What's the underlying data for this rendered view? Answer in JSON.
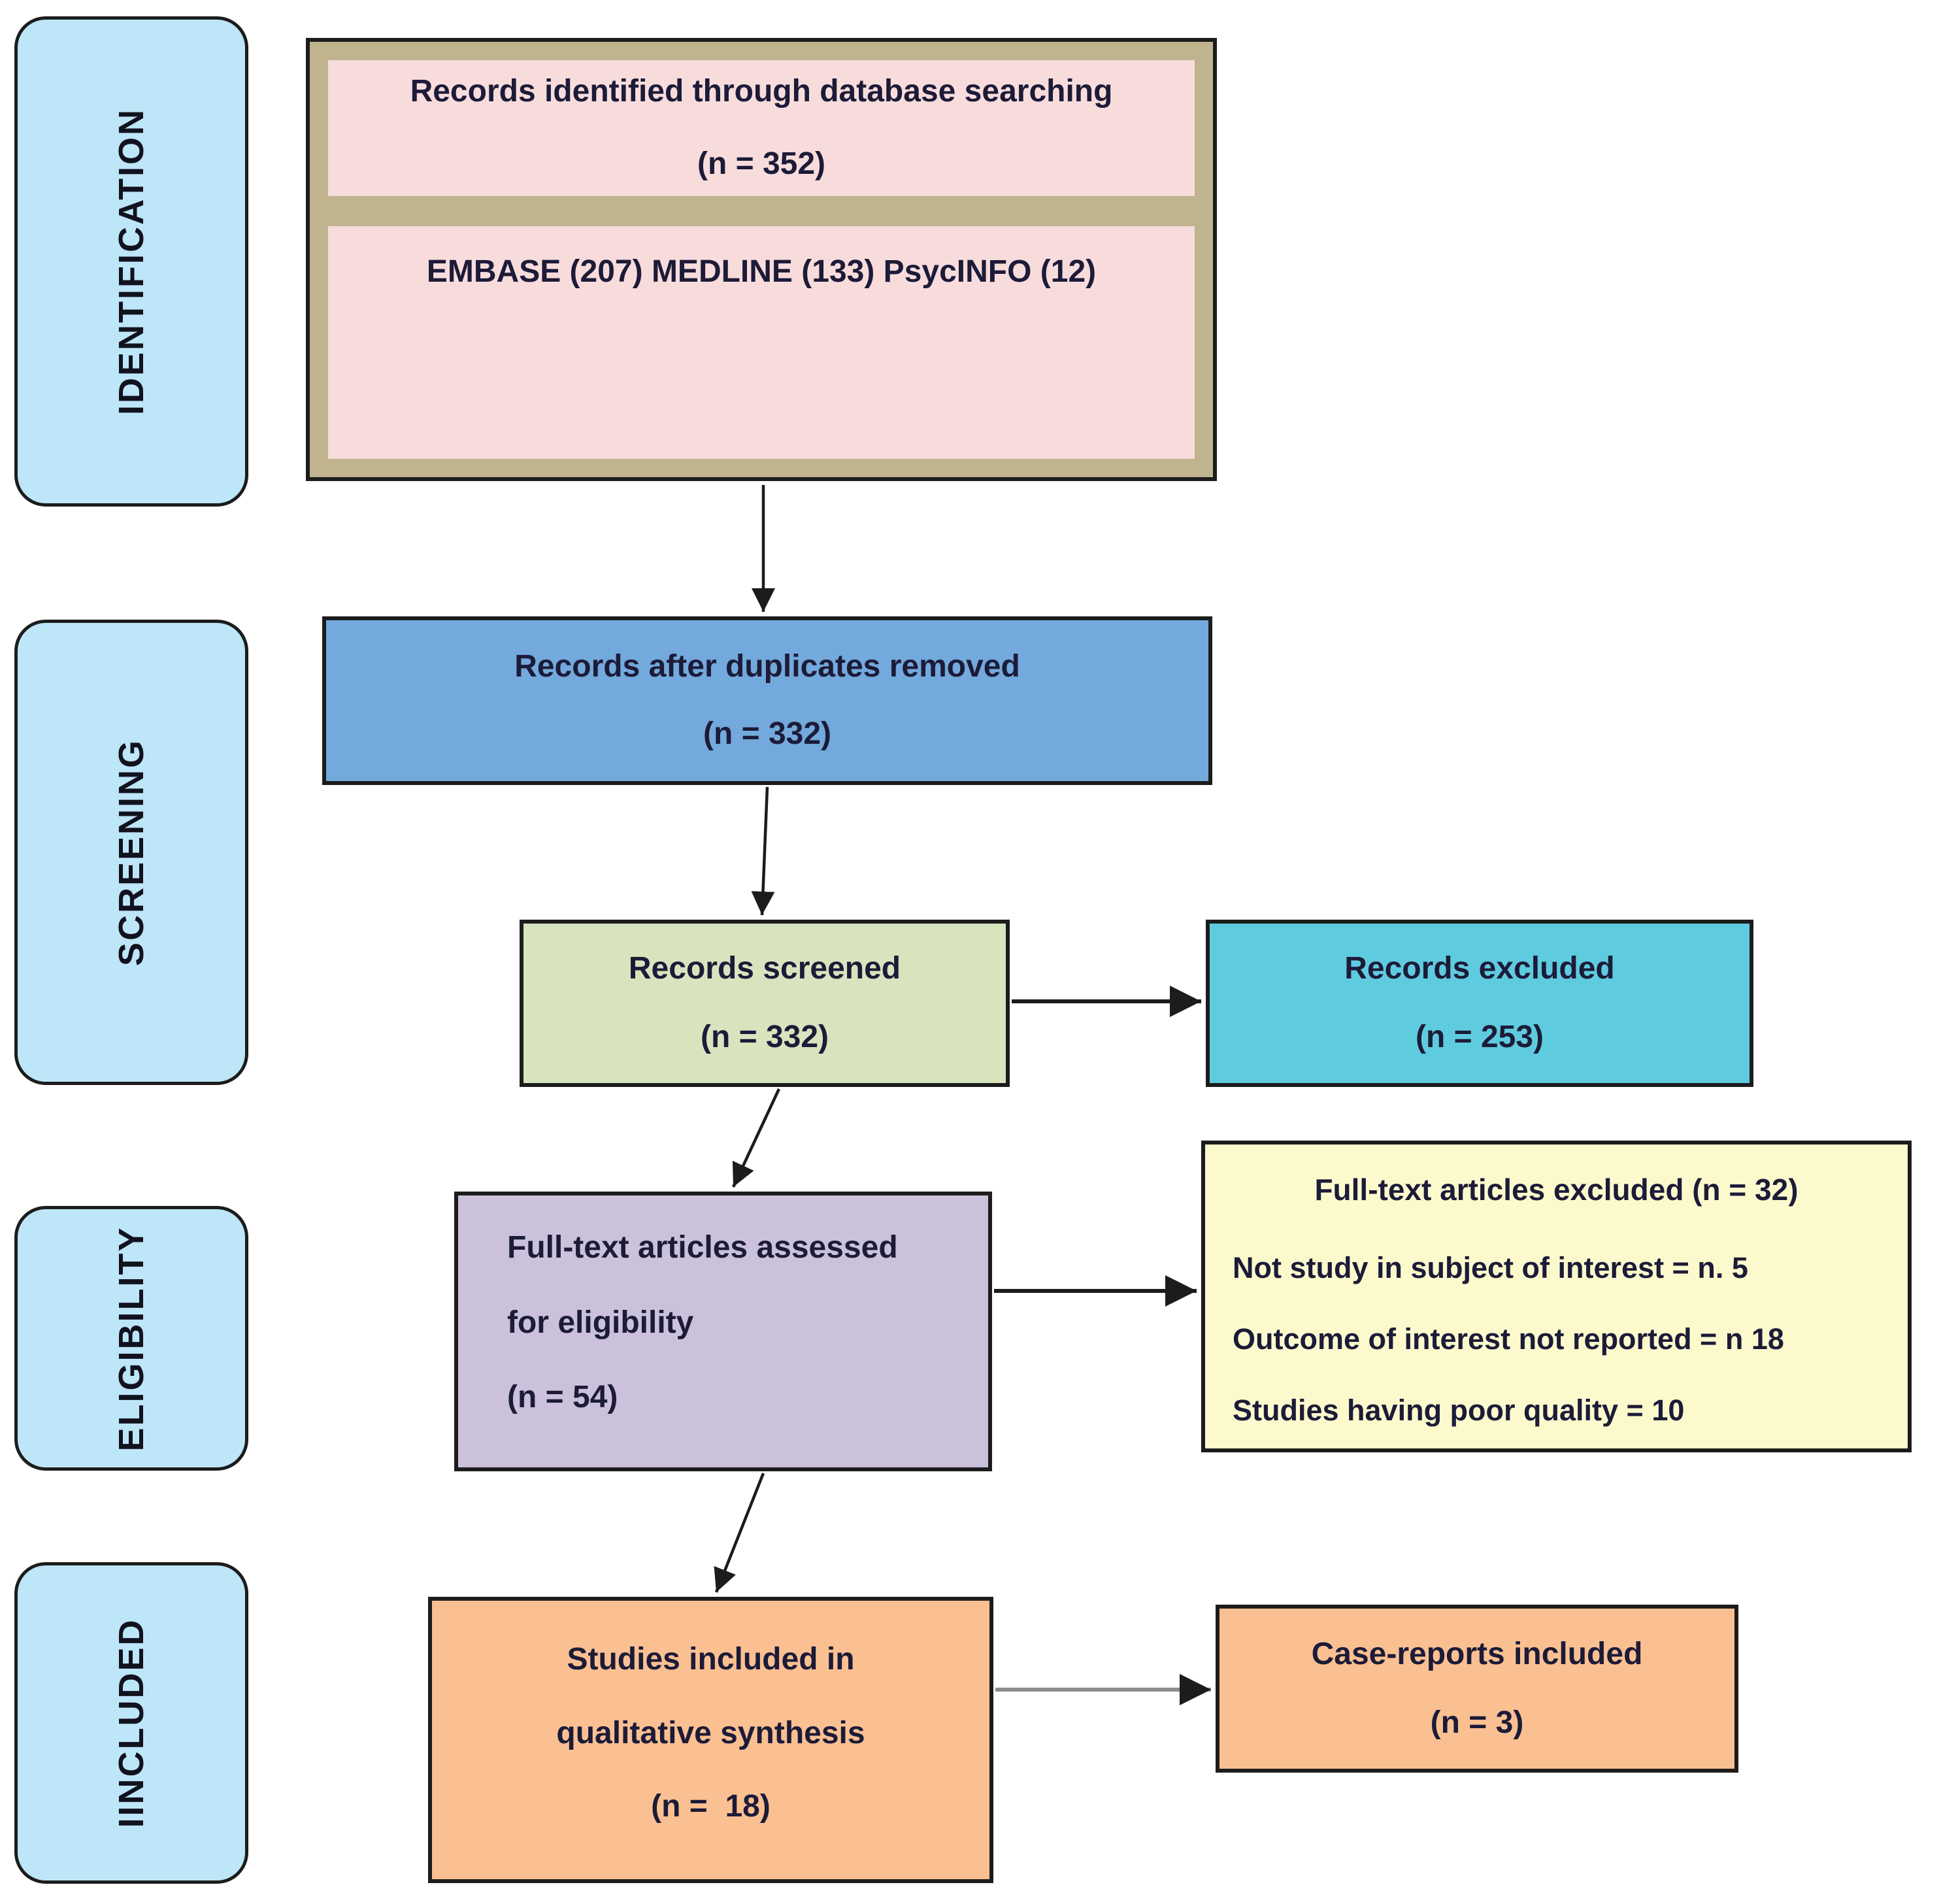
{
  "colors": {
    "stage_fill": "#BDE6F8",
    "pink_fill": "#F8DCDC",
    "tan_fill": "#BFB48D",
    "blue_fill": "#73A9DC",
    "green_fill": "#D7E4BE",
    "teal_fill": "#5FCBDF",
    "purple_fill": "#CBC1DB",
    "yellow_fill": "#FCFACD",
    "orange_fill": "#FAC092",
    "border": "#1C1C1C",
    "text": "#1C1B38",
    "arrow": "#1C1C1C",
    "arrow_gray": "#8C8C8C"
  },
  "stages": {
    "identification": "IDENTIFICATION",
    "screening": "SCREENING",
    "eligibility": "ELIGIBILITY",
    "included": "IINCLUDED"
  },
  "boxes": {
    "identified": {
      "title": "Records identified through database searching",
      "count": "(n = 352)",
      "sources": "EMBASE (207) MEDLINE (133) PsycINFO (12)"
    },
    "duplicates_removed": {
      "title": "Records after duplicates removed",
      "count": "(n = 332)"
    },
    "screened": {
      "title": "Records screened",
      "count": "(n = 332)"
    },
    "records_excluded": {
      "title": "Records excluded",
      "count": "(n = 253)"
    },
    "fulltext_assessed": {
      "line1": "Full-text articles assessed",
      "line2": "for eligibility",
      "count": "(n = 54)"
    },
    "fulltext_excluded": {
      "title": "Full-text articles excluded (n = 32)",
      "reasons": [
        "Not study in subject of interest = n. 5",
        "Outcome of interest not reported = n 18",
        "Studies having poor quality = 10"
      ]
    },
    "qualitative_synthesis": {
      "line1": "Studies included in",
      "line2": "qualitative synthesis",
      "count": "(n =  18)"
    },
    "case_reports": {
      "title": "Case-reports included",
      "count": "(n = 3)"
    }
  }
}
